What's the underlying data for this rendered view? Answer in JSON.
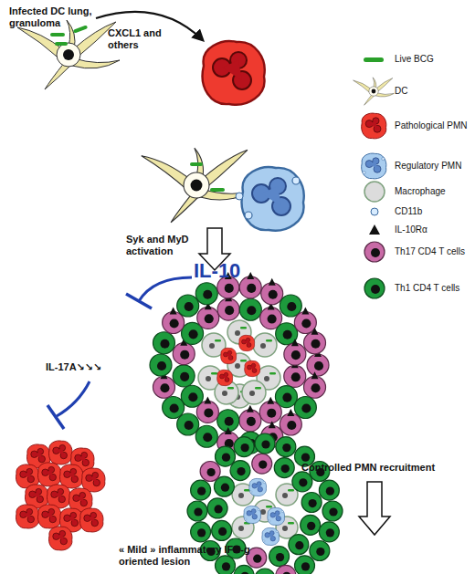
{
  "diagram": {
    "labels": [
      "Infected DC lung, granuloma",
      "CXCL1 and others",
      "Syk and MyD activation",
      "IL-10",
      "IL-17A↘↘↘",
      "Controlled PMN recruitment",
      "« Mild » inflammatory IFN-g oriented lesion"
    ],
    "legend": [
      {
        "text": "Live BCG"
      },
      {
        "text": "DC"
      },
      {
        "text": "Pathological PMN"
      },
      {
        "text": "Regulatory PMN"
      },
      {
        "text": "Macrophage"
      },
      {
        "text": "CD11b"
      },
      {
        "text": "IL-10Rα"
      },
      {
        "text": "Th17 CD4 T cells"
      },
      {
        "text": "Th1 CD4 T cells"
      }
    ]
  }
}
